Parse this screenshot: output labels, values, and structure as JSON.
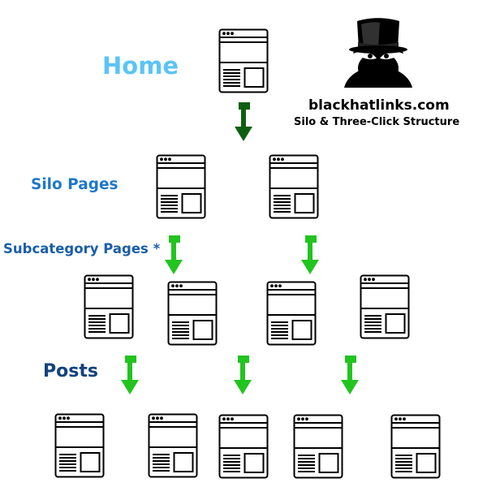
{
  "labels": {
    "home": "Home",
    "silo": "Silo Pages",
    "subcategory": "Subcategory Pages *",
    "posts": "Posts"
  },
  "brand": {
    "title": "blackhatlinks.com",
    "subtitle": "Silo & Three-Click Structure"
  },
  "colors": {
    "home": "#5bc4f5",
    "silo": "#1f78c8",
    "subcategory": "#1a5fa8",
    "posts": "#14427e",
    "arrow_dark": "#0e5e12",
    "arrow_bright": "#22c41f"
  },
  "icons": {
    "page": "webpage-wireframe-icon",
    "arrow": "down-arrow-icon",
    "mascot": "top-hat-spy-icon"
  }
}
